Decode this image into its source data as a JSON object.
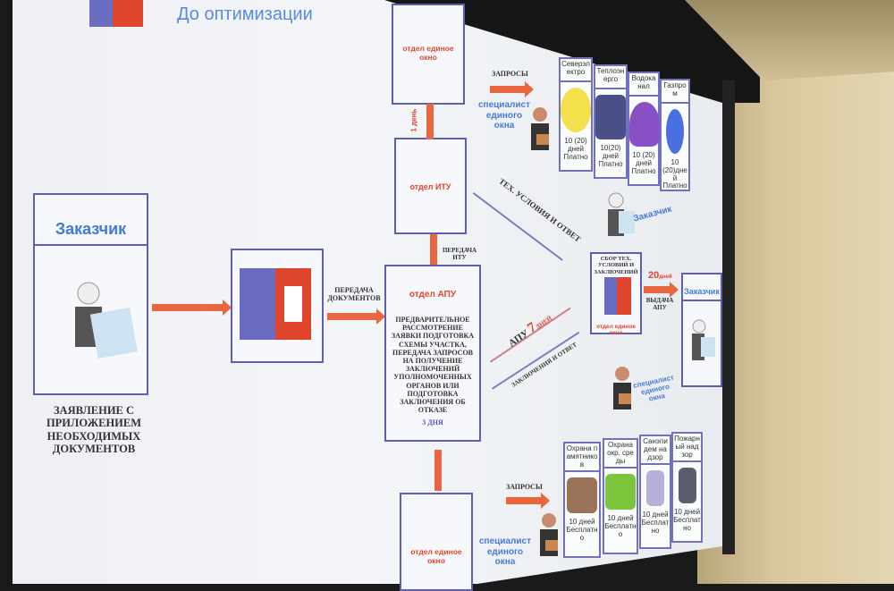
{
  "title": "До оптимизации",
  "customer_left": {
    "label": "Заказчик",
    "caption": "Заявление с приложением необходимых документов"
  },
  "transfer_docs": "Передача документов",
  "apu": {
    "title": "отдел АПУ",
    "body": "Предварительное рассмотрение заявки подготовка схемы участка, передача запросов на получение заключений уполномоченных органов или подготовка заключения об отказе",
    "days": "3 дня"
  },
  "itu": {
    "title": "отдел ИТУ",
    "transfer": "Передача ИТУ"
  },
  "one_window_top": {
    "title": "отдел единое окно",
    "days": "1 день"
  },
  "one_window_bottom": {
    "title": "отдел единое окно"
  },
  "requests_top": "Запросы",
  "requests_bottom": "Запросы",
  "specialist": "специалист единого окна",
  "tech_conditions": "Тех. условия и ответ",
  "apu_arrow": {
    "label": "АПУ",
    "num": "7",
    "unit": "дней"
  },
  "conclusions": "Заключения и ответ",
  "collect": {
    "title": "Сбор тех. условий и заключений",
    "footer": "отдел единое окно"
  },
  "issue": {
    "num": "20",
    "unit": "дней",
    "label": "Выдача АПУ"
  },
  "customer_right": "Заказчик",
  "customer_mid": "Заказчик",
  "utilities": [
    {
      "name": "Северэлектро",
      "terms": "10 (20) дней Платно",
      "color": "#f3e04a"
    },
    {
      "name": "Теплоэнерго",
      "terms": "10(20) дней Платно",
      "color": "#4a4f86"
    },
    {
      "name": "Водоканал",
      "terms": "10 (20) дней Платно",
      "color": "#8a4fc4"
    },
    {
      "name": "Газпром",
      "terms": "10 (20)дней Платно",
      "color": "#4a6fe0"
    }
  ],
  "agencies": [
    {
      "name": "Охрана памятников",
      "terms": "10 дней Бесплатно",
      "color": "#9b7358"
    },
    {
      "name": "Охрана окр. среды",
      "terms": "10 дней Бесплатно",
      "color": "#7cc43c"
    },
    {
      "name": "Санэпидем надзор",
      "terms": "10 дней Бесплатно",
      "color": "#b7b0d8"
    },
    {
      "name": "Пожарный надзор",
      "terms": "10 дней Бесплатно",
      "color": "#5a5f70"
    }
  ]
}
